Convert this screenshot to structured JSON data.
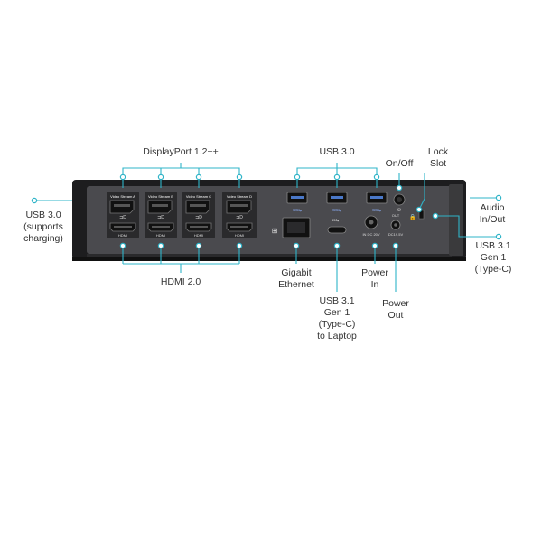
{
  "colors": {
    "callout": "#2fb4c8",
    "body_dark": "#1c1c1e",
    "panel": "#4a4a4e"
  },
  "labels": {
    "displayport": "DisplayPort 1.2++",
    "usb30_top": "USB 3.0",
    "onoff": "On/Off",
    "lock_1": "Lock",
    "lock_2": "Slot",
    "usb30_left_1": "USB 3.0",
    "usb30_left_2": "(supports",
    "usb30_left_3": "charging)",
    "audio_1": "Audio",
    "audio_2": "In/Out",
    "usb31_right_1": "USB 3.1",
    "usb31_right_2": "Gen 1",
    "usb31_right_3": "(Type-C)",
    "hdmi20": "HDMI 2.0",
    "gigabit_1": "Gigabit",
    "gigabit_2": "Ethernet",
    "usb31_laptop_1": "USB 3.1",
    "usb31_laptop_2": "Gen 1",
    "usb31_laptop_3": "(Type-C)",
    "usb31_laptop_4": "to Laptop",
    "power_in_1": "Power",
    "power_in_2": "In",
    "power_out_1": "Power",
    "power_out_2": "Out"
  },
  "device": {
    "streams": [
      "Video Stream A",
      "Video Stream B",
      "Video Stream C",
      "Video Stream D"
    ],
    "hdmi_label": "HDMI",
    "dc_in": "IN DC 20V",
    "dc_out_1": "OUT",
    "dc_out_2": "DC19.5V"
  }
}
